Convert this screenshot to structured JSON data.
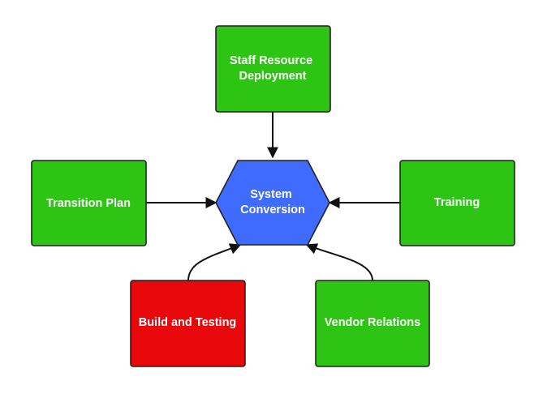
{
  "colors": {
    "green": "#2ec414",
    "red": "#e8080c",
    "blue": "#3f6cff",
    "line": "#111111"
  },
  "nodes": {
    "center": {
      "lines": [
        "System",
        "Conversion"
      ],
      "shape": "hexagon",
      "fill": "#3f6cff"
    },
    "staff": {
      "lines": [
        "Staff Resource",
        "Deployment"
      ],
      "shape": "rectangle",
      "fill": "#2ec414"
    },
    "transition": {
      "lines": [
        "Transition Plan"
      ],
      "shape": "rectangle",
      "fill": "#2ec414"
    },
    "training": {
      "lines": [
        "Training"
      ],
      "shape": "rectangle",
      "fill": "#2ec414"
    },
    "build": {
      "lines": [
        "Build and Testing"
      ],
      "shape": "rectangle",
      "fill": "#e8080c"
    },
    "vendor": {
      "lines": [
        "Vendor Relations"
      ],
      "shape": "rectangle",
      "fill": "#2ec414"
    }
  },
  "edges": [
    {
      "from": "staff",
      "to": "center"
    },
    {
      "from": "transition",
      "to": "center"
    },
    {
      "from": "training",
      "to": "center"
    },
    {
      "from": "build",
      "to": "center"
    },
    {
      "from": "vendor",
      "to": "center"
    }
  ]
}
